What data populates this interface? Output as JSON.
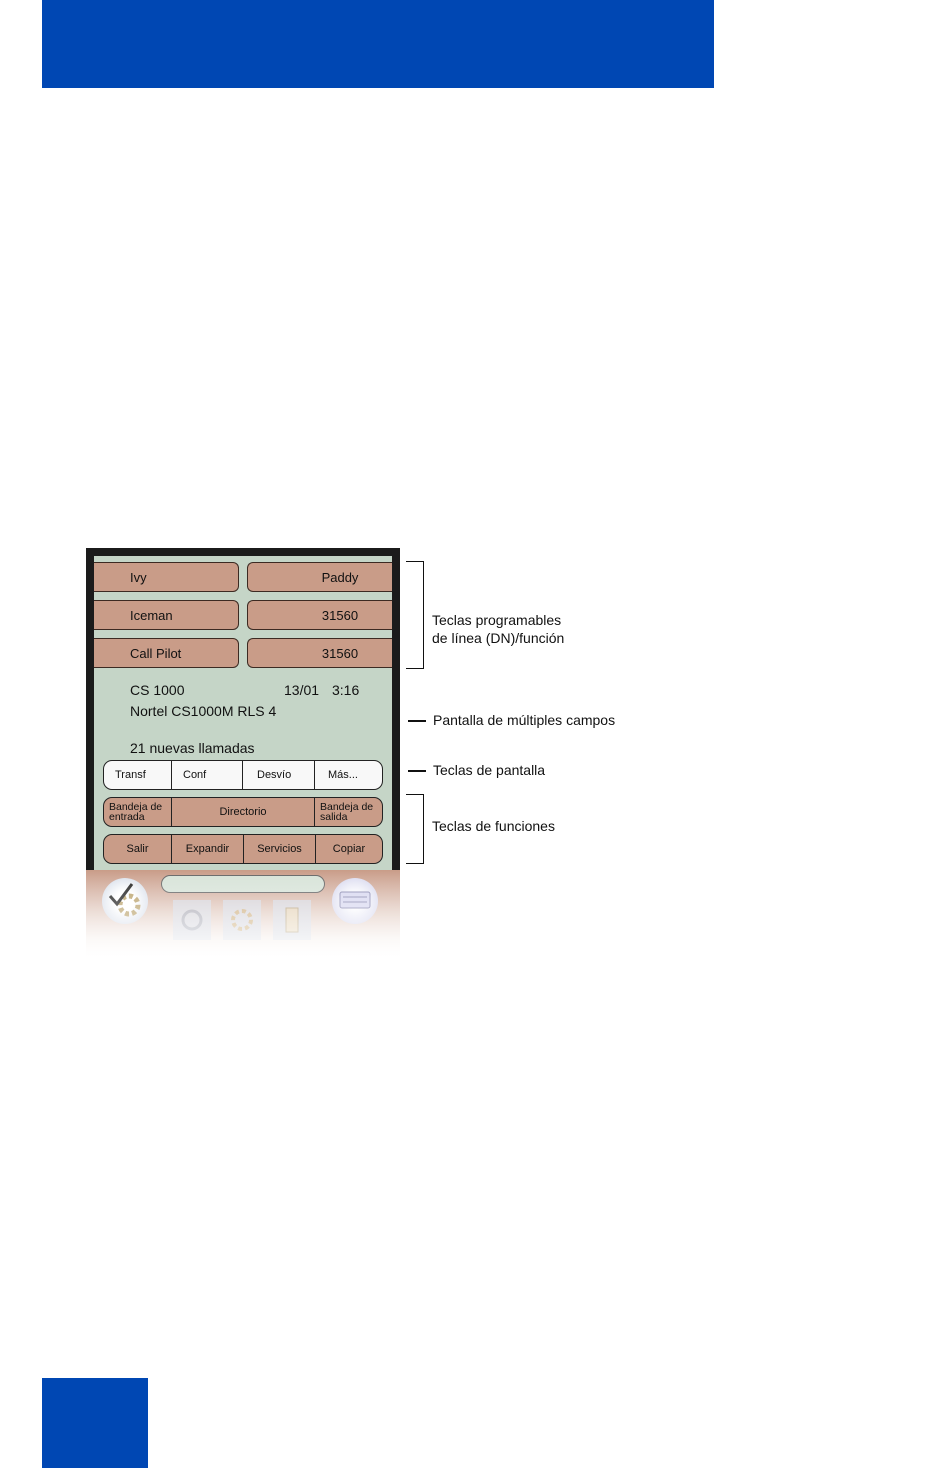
{
  "device": {
    "line_keys": [
      {
        "left": "Ivy",
        "right": "Paddy"
      },
      {
        "left": "Iceman",
        "right": "31560"
      },
      {
        "left": "Call Pilot",
        "right": "31560"
      }
    ],
    "display": {
      "system": "CS 1000",
      "date": "13/01",
      "time": "3:16",
      "line2": "Nortel CS1000M RLS 4",
      "message": "21 nuevas llamadas"
    },
    "soft_keys": [
      "Transf",
      "Conf",
      "Desvío",
      "Más..."
    ],
    "function_keys_row1": {
      "inbox_line1": "Bandeja de",
      "inbox_line2": "entrada",
      "directory": "Directorio",
      "outbox_line1": "Bandeja de",
      "outbox_line2": "salida"
    },
    "function_keys_row2": [
      "Salir",
      "Expandir",
      "Servicios",
      "Copiar"
    ],
    "icons": [
      "check-gear-icon",
      "keyboard-icon",
      "phone-icon",
      "gear-icon",
      "door-icon"
    ]
  },
  "annotations": {
    "line_keys_line1": "Teclas programables",
    "line_keys_line2": "de línea (DN)/función",
    "display": "Pantalla de múltiples campos",
    "soft_keys": "Teclas de pantalla",
    "function_keys": "Teclas de funciones"
  },
  "colors": {
    "brand_blue": "#0047b3",
    "key_tan": "#c99c88",
    "screen_green": "#c5d5c7"
  }
}
